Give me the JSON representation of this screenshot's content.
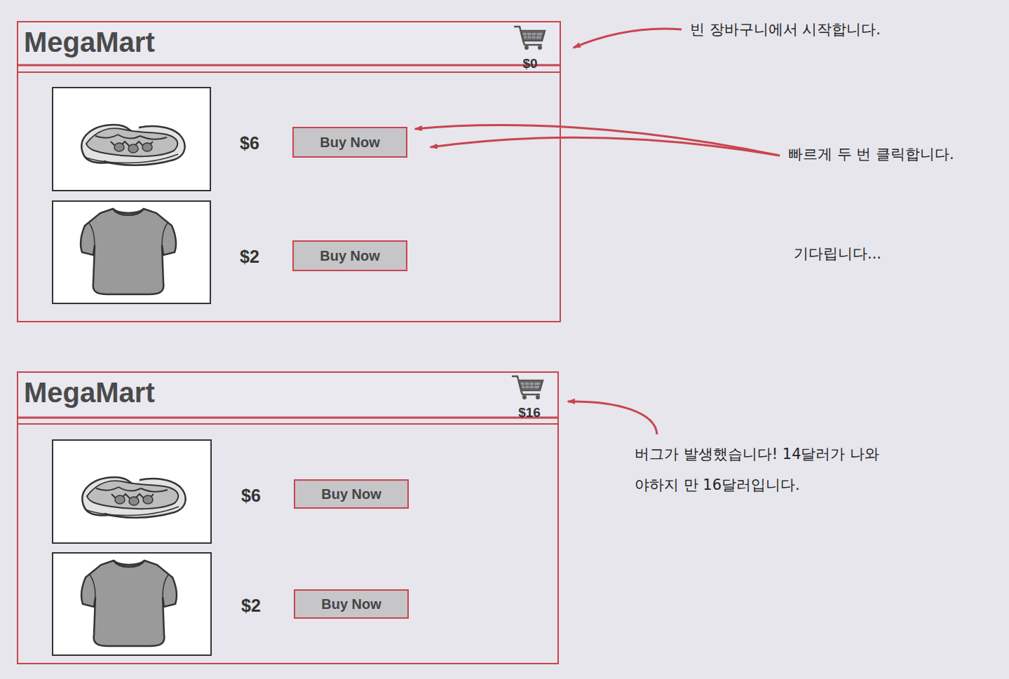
{
  "diagram": {
    "nodes": [
      {
        "text": [
          "MegaMart",
          "$0",
          "$6",
          "$2"
        ]
      },
      {
        "text": [
          "Buy Now"
        ],
        "in": 0
      },
      {
        "text": [
          "Buy Now"
        ],
        "in": 0
      },
      {
        "text": [
          "MegaMart",
          "$16",
          "$6",
          "$2"
        ]
      },
      {
        "text": [
          "Buy Now"
        ],
        "in": 3
      },
      {
        "text": [
          "Buy Now"
        ],
        "in": 3
      }
    ],
    "labels": [
      "빈 장바구니에서 시작합니다.",
      "빠르게 두 번 클릭합니다.",
      "기다립니다...",
      "버그가 발생했습니다! 14달러가 나와야하지 만 16달러입니다."
    ]
  }
}
